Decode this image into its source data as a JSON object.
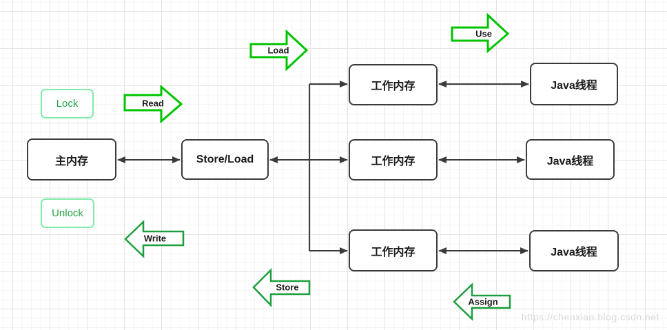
{
  "colors": {
    "arrow-bright": "#00c300",
    "arrow-dark": "#1d9e3d",
    "lock-border": "#80eca8",
    "lock-text": "#21a544",
    "node-border": "#3b3b3b",
    "connector": "#3b3b3b",
    "label-text": "#1a1a1a",
    "watermark": "#d9d9d9",
    "grid-minor": "#f5f5f5",
    "grid-major": "#e4e4e4"
  },
  "diagram": {
    "nodes": {
      "main_memory": {
        "label": "主内存"
      },
      "store_load": {
        "label": "Store/Load"
      },
      "working_memory_1": {
        "label": "工作内存"
      },
      "working_memory_2": {
        "label": "工作内存"
      },
      "working_memory_3": {
        "label": "工作内存"
      },
      "java_thread_1": {
        "label": "Java线程"
      },
      "java_thread_2": {
        "label": "Java线程"
      },
      "java_thread_3": {
        "label": "Java线程"
      }
    },
    "actions": {
      "lock": "Lock",
      "unlock": "Unlock",
      "read": "Read",
      "write": "Write",
      "load": "Load",
      "store": "Store",
      "use": "Use",
      "assign": "Assign"
    },
    "watermark": "https://chenxiao.blog.csdn.net"
  }
}
